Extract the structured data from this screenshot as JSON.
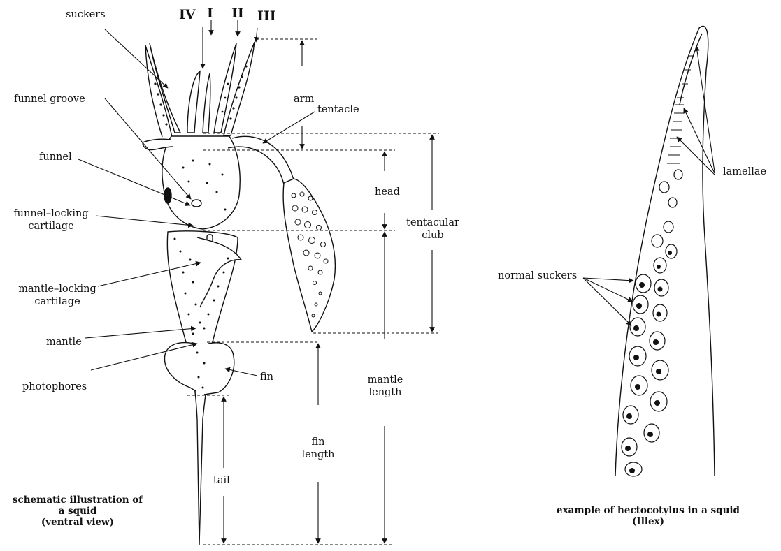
{
  "arm_numbers": [
    "IV",
    "I",
    "II",
    "III"
  ],
  "labels": {
    "suckers": "suckers",
    "funnel_groove": "funnel groove",
    "funnel": "funnel",
    "funnel_locking_cartilage_1": "funnel–locking",
    "funnel_locking_cartilage_2": "cartilage",
    "mantle_locking_cartilage_1": "mantle–locking",
    "mantle_locking_cartilage_2": "cartilage",
    "mantle": "mantle",
    "photophores": "photophores",
    "fin": "fin",
    "tentacle": "tentacle",
    "arm": "arm",
    "head": "head",
    "tentacular_club_1": "tentacular",
    "tentacular_club_2": "club",
    "mantle_length_1": "mantle",
    "mantle_length_2": "length",
    "fin_length_1": "fin",
    "fin_length_2": "length",
    "tail": "tail",
    "lamellae": "lamellae",
    "normal_suckers": "normal suckers"
  },
  "captions": {
    "left_1": "schematic illustration of",
    "left_2": "a squid",
    "left_3": "(ventral view)",
    "right_1": "example of hectocotylus in a squid",
    "right_2": "(Illex)"
  }
}
